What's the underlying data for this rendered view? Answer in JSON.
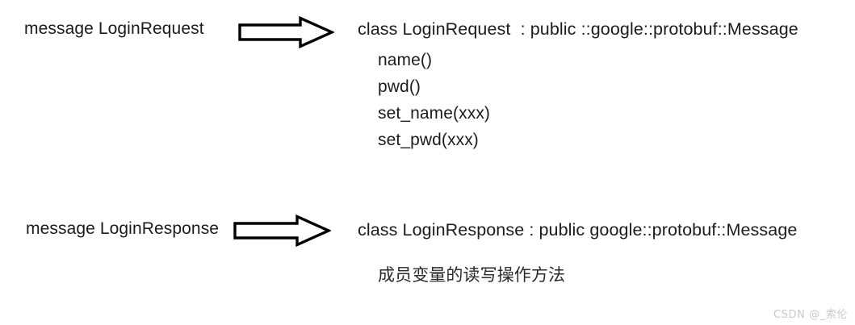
{
  "diagram": {
    "background_color": "#ffffff",
    "text_color": "#1c1c1c",
    "arrow_fill": "#ffffff",
    "arrow_stroke": "#000000",
    "rows": [
      {
        "left_label": "message LoginRequest",
        "arrow": "right-block-arrow",
        "right_title": "class LoginRequest  : public ::google::protobuf::Message",
        "right_items": [
          "name()",
          "pwd()",
          "set_name(xxx)",
          "set_pwd(xxx)"
        ]
      },
      {
        "left_label": "message LoginResponse",
        "arrow": "right-block-arrow",
        "right_title": "class LoginResponse : public google::protobuf::Message",
        "right_items": [
          "成员变量的读写操作方法"
        ]
      }
    ]
  },
  "watermark": {
    "text": "CSDN @_索伦",
    "color": "#c9c9c9"
  }
}
